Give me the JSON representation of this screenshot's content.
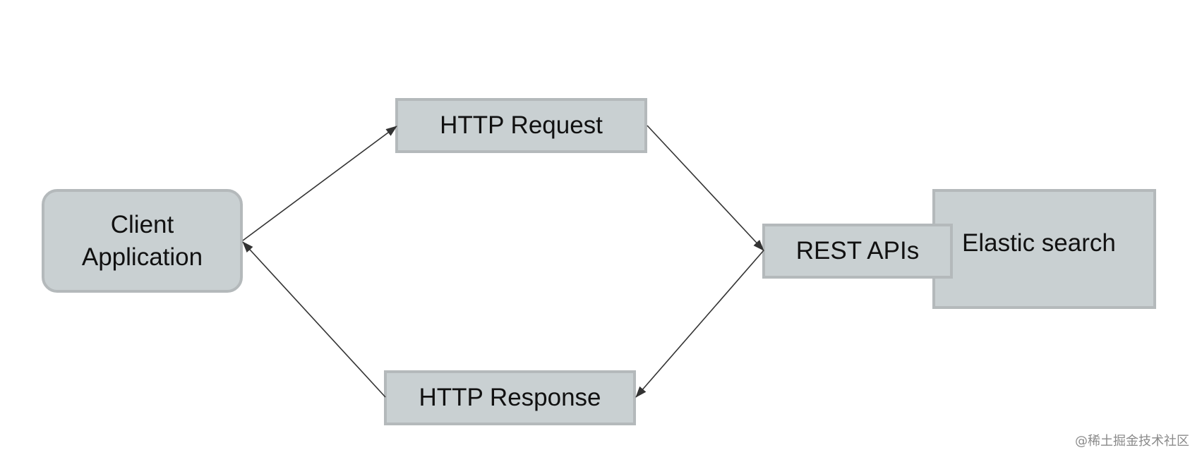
{
  "nodes": {
    "client": {
      "line1": "Client",
      "line2": "Application"
    },
    "request": {
      "label": "HTTP Request"
    },
    "response": {
      "label": "HTTP Response"
    },
    "rest": {
      "label": "REST APIs"
    },
    "elastic": {
      "label": "Elastic search"
    }
  },
  "edges": [
    {
      "from": "Client Application",
      "to": "HTTP Request"
    },
    {
      "from": "HTTP Request",
      "to": "REST APIs"
    },
    {
      "from": "REST APIs",
      "to": "HTTP Response"
    },
    {
      "from": "HTTP Response",
      "to": "Client Application"
    }
  ],
  "colors": {
    "node_fill": "#c9d0d2",
    "node_border": "#b4b9bb",
    "edge": "#333333",
    "text": "#111111"
  },
  "watermark": "@稀土掘金技术社区"
}
